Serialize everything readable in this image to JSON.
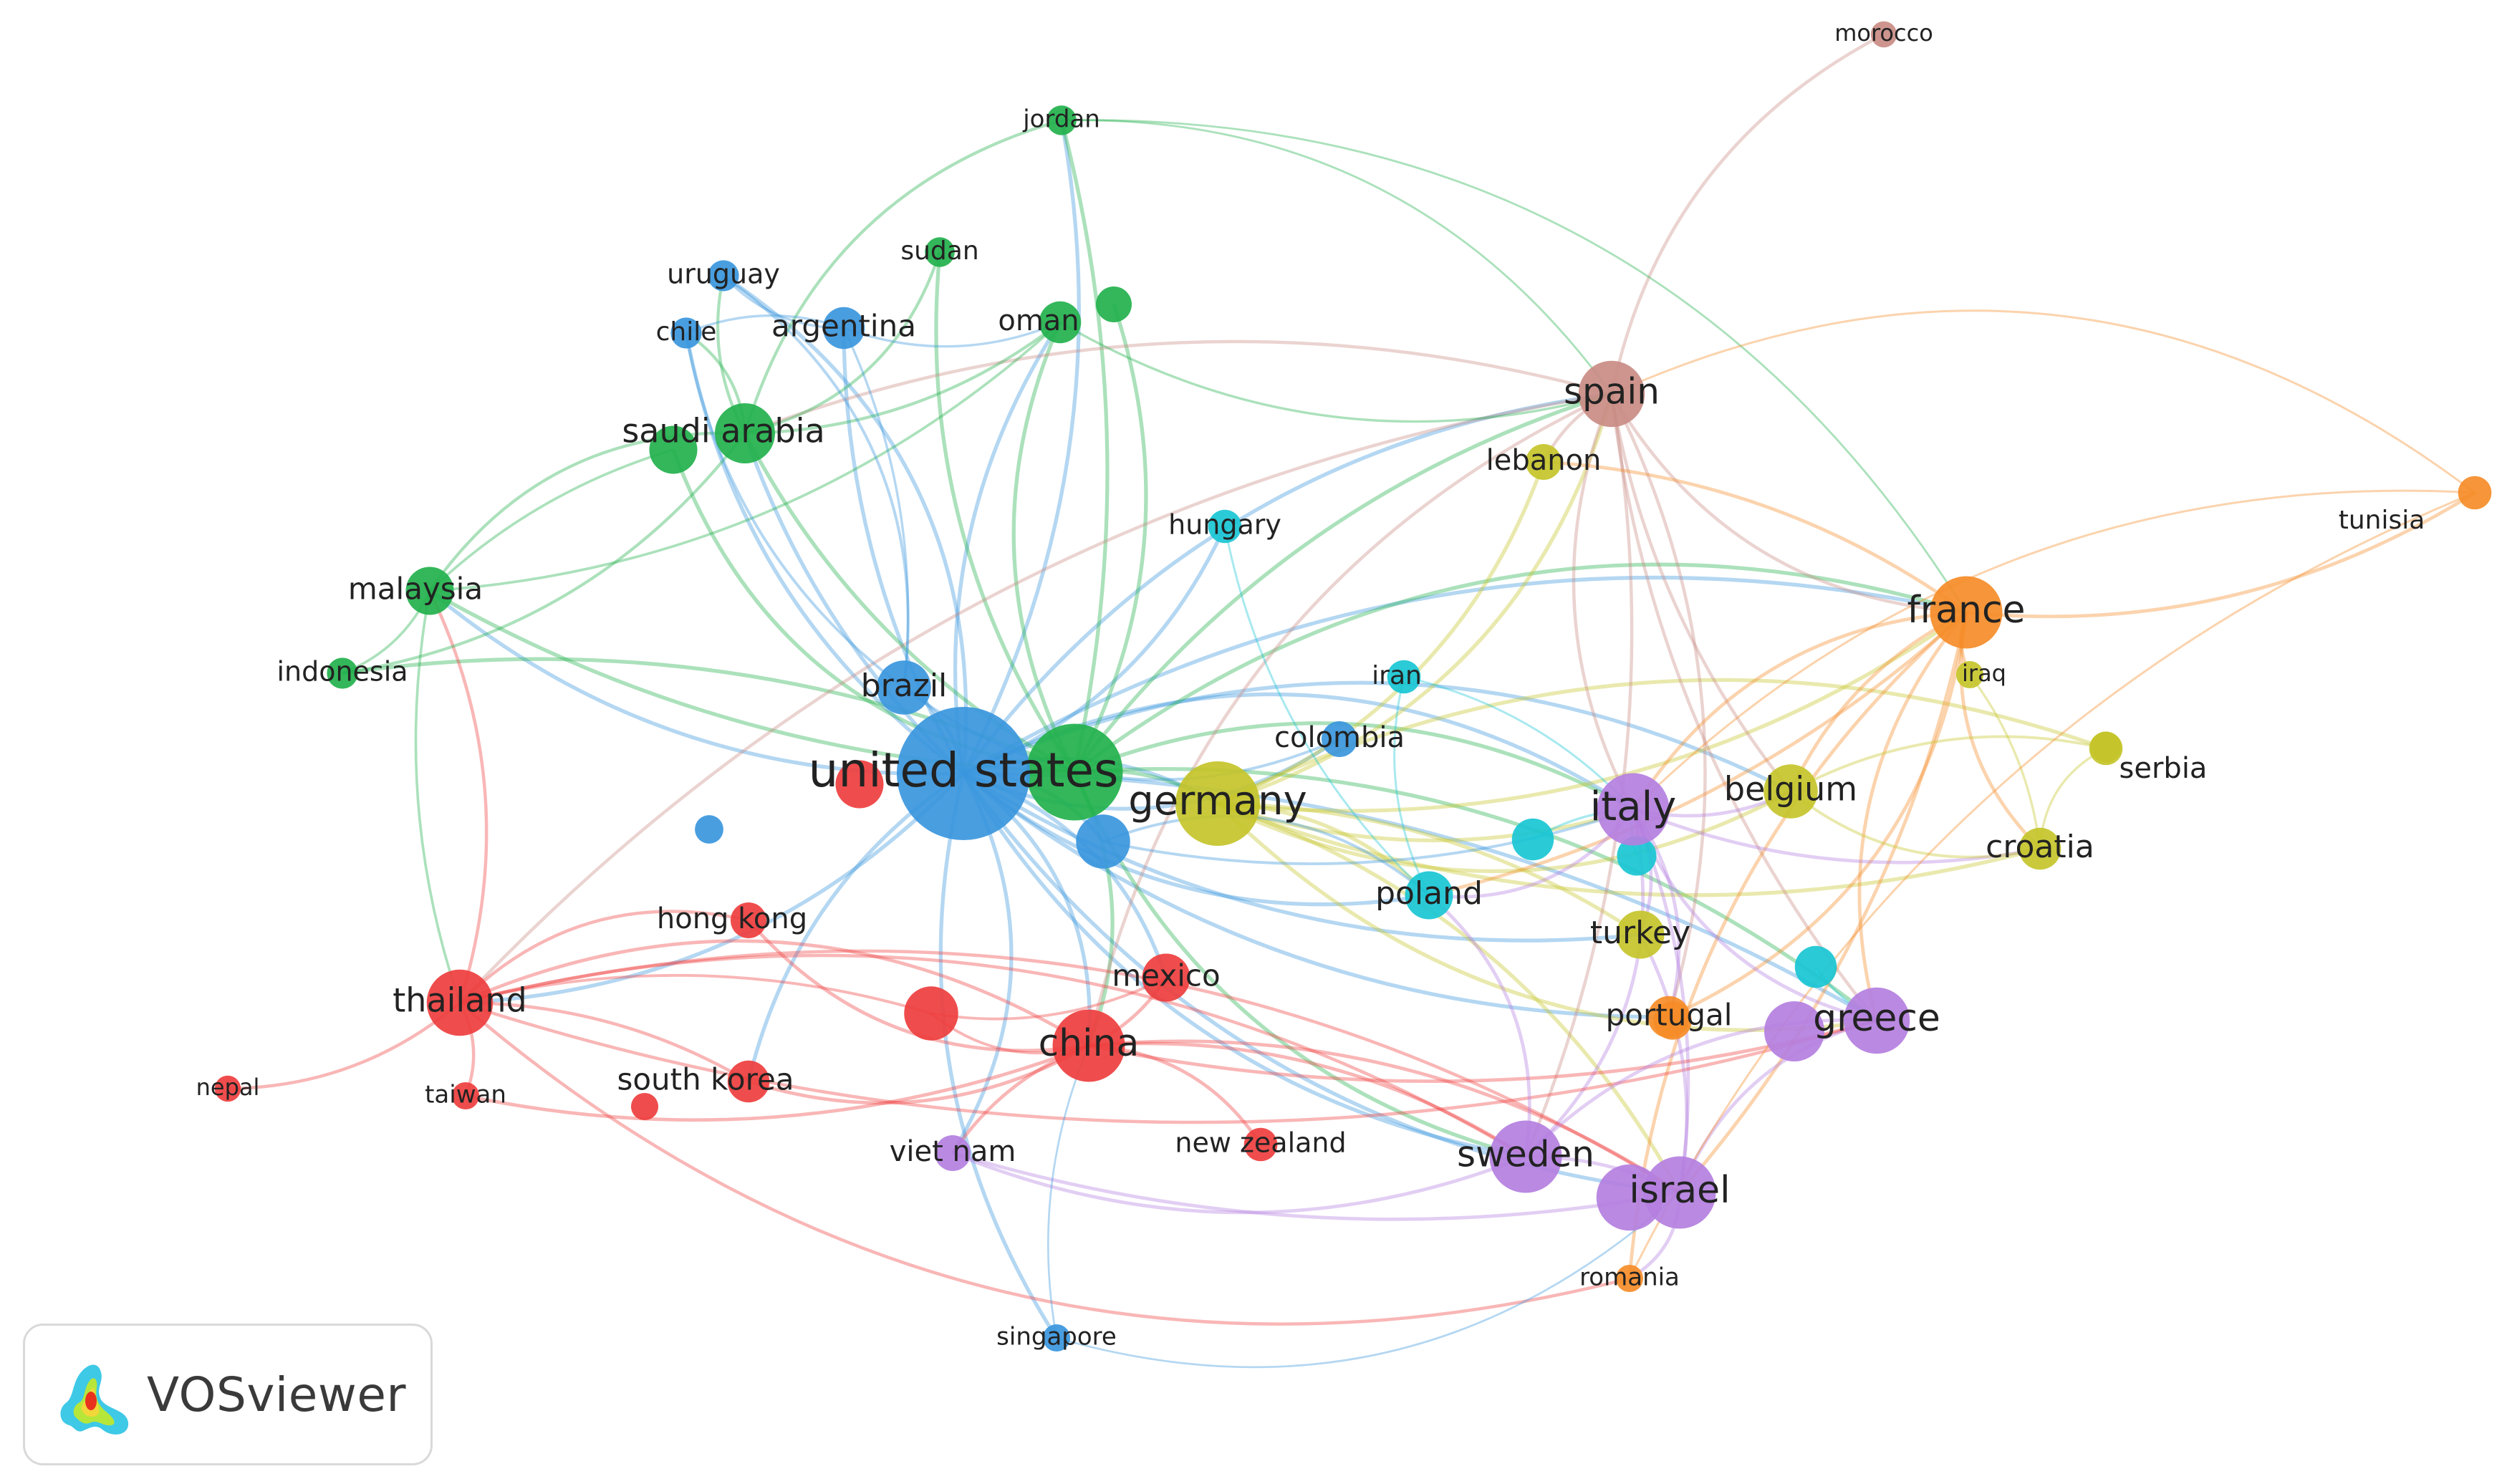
{
  "app": {
    "brand": "VOSviewer",
    "logo_icon": "vosviewer-heatmap-logo-icon"
  },
  "clusters": {
    "red": "#ee3e3e",
    "green": "#22b14c",
    "blue": "#3a96dd",
    "yellow": "#c4c42a",
    "purple": "#b47fe0",
    "cyan": "#19c6d4",
    "orange": "#f58c28",
    "brown": "#c98c84"
  },
  "nodes": [
    {
      "id": "united-states",
      "label": "united states",
      "cluster": "blue",
      "weight": 10
    },
    {
      "id": "us-green",
      "label": "",
      "cluster": "green",
      "weight": 7
    },
    {
      "id": "germany",
      "label": "germany",
      "cluster": "yellow",
      "weight": 6
    },
    {
      "id": "spain",
      "label": "spain",
      "cluster": "brown",
      "weight": 4.5
    },
    {
      "id": "france",
      "label": "france",
      "cluster": "orange",
      "weight": 5
    },
    {
      "id": "italy",
      "label": "italy",
      "cluster": "purple",
      "weight": 5
    },
    {
      "id": "china",
      "label": "china",
      "cluster": "red",
      "weight": 5
    },
    {
      "id": "israel",
      "label": "israel",
      "cluster": "purple",
      "weight": 5
    },
    {
      "id": "israel-b",
      "label": "",
      "cluster": "purple",
      "weight": 4.5
    },
    {
      "id": "sweden",
      "label": "sweden",
      "cluster": "purple",
      "weight": 5
    },
    {
      "id": "greece",
      "label": "greece",
      "cluster": "purple",
      "weight": 4.5
    },
    {
      "id": "greece-b",
      "label": "",
      "cluster": "purple",
      "weight": 4
    },
    {
      "id": "thailand",
      "label": "thailand",
      "cluster": "red",
      "weight": 4.5
    },
    {
      "id": "saudi-arabia",
      "label": "saudi arabia",
      "cluster": "green",
      "weight": 4
    },
    {
      "id": "saudi-b",
      "label": "",
      "cluster": "green",
      "weight": 3
    },
    {
      "id": "brazil",
      "label": "brazil",
      "cluster": "blue",
      "weight": 3.5
    },
    {
      "id": "belgium",
      "label": "belgium",
      "cluster": "yellow",
      "weight": 3.5
    },
    {
      "id": "croatia",
      "label": "croatia",
      "cluster": "yellow",
      "weight": 2.5
    },
    {
      "id": "turkey",
      "label": "turkey",
      "cluster": "yellow",
      "weight": 3
    },
    {
      "id": "poland",
      "label": "poland",
      "cluster": "cyan",
      "weight": 3
    },
    {
      "id": "portugal",
      "label": "portugal",
      "cluster": "orange",
      "weight": 2.5
    },
    {
      "id": "malaysia",
      "label": "malaysia",
      "cluster": "green",
      "weight": 3
    },
    {
      "id": "argentina",
      "label": "argentina",
      "cluster": "blue",
      "weight": 2.5
    },
    {
      "id": "oman",
      "label": "oman",
      "cluster": "green",
      "weight": 2.5
    },
    {
      "id": "oman-b",
      "label": "",
      "cluster": "green",
      "weight": 2
    },
    {
      "id": "mexico",
      "label": "mexico",
      "cluster": "red",
      "weight": 3
    },
    {
      "id": "south-korea",
      "label": "south korea",
      "cluster": "red",
      "weight": 2.5
    },
    {
      "id": "hong-kong",
      "label": "hong kong",
      "cluster": "red",
      "weight": 2
    },
    {
      "id": "colombia",
      "label": "colombia",
      "cluster": "blue",
      "weight": 2
    },
    {
      "id": "lebanon",
      "label": "lebanon",
      "cluster": "yellow",
      "weight": 2
    },
    {
      "id": "hungary",
      "label": "hungary",
      "cluster": "cyan",
      "weight": 1.8
    },
    {
      "id": "iran",
      "label": "iran",
      "cluster": "cyan",
      "weight": 1.8
    },
    {
      "id": "new-zealand",
      "label": "new zealand",
      "cluster": "red",
      "weight": 1.8
    },
    {
      "id": "viet-nam",
      "label": "viet nam",
      "cluster": "purple",
      "weight": 2
    },
    {
      "id": "taiwan",
      "label": "taiwan",
      "cluster": "red",
      "weight": 1.3
    },
    {
      "id": "nepal",
      "label": "nepal",
      "cluster": "red",
      "weight": 1.2
    },
    {
      "id": "indonesia",
      "label": "indonesia",
      "cluster": "green",
      "weight": 1.6
    },
    {
      "id": "uruguay",
      "label": "uruguay",
      "cluster": "blue",
      "weight": 1.6
    },
    {
      "id": "chile",
      "label": "chile",
      "cluster": "blue",
      "weight": 1.6
    },
    {
      "id": "sudan",
      "label": "sudan",
      "cluster": "green",
      "weight": 1.5
    },
    {
      "id": "jordan",
      "label": "jordan",
      "cluster": "green",
      "weight": 1.5
    },
    {
      "id": "morocco",
      "label": "morocco",
      "cluster": "brown",
      "weight": 1.2
    },
    {
      "id": "tunisia",
      "label": "tunisia",
      "cluster": "orange",
      "weight": 1.8
    },
    {
      "id": "iraq",
      "label": "iraq",
      "cluster": "yellow",
      "weight": 1.3
    },
    {
      "id": "serbia",
      "label": "serbia",
      "cluster": "yellow",
      "weight": 1.8
    },
    {
      "id": "romania",
      "label": "romania",
      "cluster": "orange",
      "weight": 1.3
    },
    {
      "id": "singapore",
      "label": "singapore",
      "cluster": "blue",
      "weight": 1.3
    },
    {
      "id": "unlabeled-red-1",
      "label": "",
      "cluster": "red",
      "weight": 3
    },
    {
      "id": "unlabeled-red-2",
      "label": "",
      "cluster": "red",
      "weight": 3.5
    },
    {
      "id": "unlabeled-red-3",
      "label": "",
      "cluster": "red",
      "weight": 1.3
    },
    {
      "id": "unlabeled-blue-1",
      "label": "",
      "cluster": "blue",
      "weight": 3.5
    },
    {
      "id": "unlabeled-blue-2",
      "label": "",
      "cluster": "blue",
      "weight": 1.4
    },
    {
      "id": "unlabeled-cyan-1",
      "label": "",
      "cluster": "cyan",
      "weight": 2.5
    },
    {
      "id": "unlabeled-cyan-2",
      "label": "",
      "cluster": "cyan",
      "weight": 2.5
    },
    {
      "id": "unlabeled-cyan-3",
      "label": "",
      "cluster": "cyan",
      "weight": 2.3
    },
    {
      "id": "unlabeled-orange-1",
      "label": "",
      "cluster": "orange",
      "weight": 2.2
    },
    {
      "id": "unlabeled-yellow-1",
      "label": "",
      "cluster": "yellow",
      "weight": 1.6
    }
  ],
  "links": [
    [
      "united-states",
      "germany"
    ],
    [
      "united-states",
      "china"
    ],
    [
      "united-states",
      "thailand"
    ],
    [
      "united-states",
      "spain"
    ],
    [
      "united-states",
      "france"
    ],
    [
      "united-states",
      "italy"
    ],
    [
      "united-states",
      "israel"
    ],
    [
      "united-states",
      "sweden"
    ],
    [
      "united-states",
      "greece"
    ],
    [
      "united-states",
      "saudi-arabia"
    ],
    [
      "united-states",
      "brazil"
    ],
    [
      "united-states",
      "argentina"
    ],
    [
      "united-states",
      "uruguay"
    ],
    [
      "united-states",
      "chile"
    ],
    [
      "united-states",
      "malaysia"
    ],
    [
      "united-states",
      "oman"
    ],
    [
      "united-states",
      "jordan"
    ],
    [
      "united-states",
      "poland"
    ],
    [
      "united-states",
      "belgium"
    ],
    [
      "united-states",
      "colombia"
    ],
    [
      "united-states",
      "hungary"
    ],
    [
      "united-states",
      "singapore"
    ],
    [
      "united-states",
      "mexico"
    ],
    [
      "united-states",
      "south-korea"
    ],
    [
      "united-states",
      "turkey"
    ],
    [
      "united-states",
      "viet-nam"
    ],
    [
      "united-states",
      "portugal"
    ],
    [
      "us-green",
      "saudi-arabia"
    ],
    [
      "us-green",
      "saudi-b"
    ],
    [
      "us-green",
      "malaysia"
    ],
    [
      "us-green",
      "indonesia"
    ],
    [
      "us-green",
      "oman"
    ],
    [
      "us-green",
      "oman-b"
    ],
    [
      "us-green",
      "sudan"
    ],
    [
      "us-green",
      "jordan"
    ],
    [
      "us-green",
      "germany"
    ],
    [
      "us-green",
      "spain"
    ],
    [
      "us-green",
      "france"
    ],
    [
      "us-green",
      "italy"
    ],
    [
      "us-green",
      "china"
    ],
    [
      "us-green",
      "greece"
    ],
    [
      "us-green",
      "sweden"
    ],
    [
      "germany",
      "spain"
    ],
    [
      "germany",
      "france"
    ],
    [
      "germany",
      "italy"
    ],
    [
      "germany",
      "belgium"
    ],
    [
      "germany",
      "croatia"
    ],
    [
      "germany",
      "turkey"
    ],
    [
      "germany",
      "poland"
    ],
    [
      "germany",
      "lebanon"
    ],
    [
      "germany",
      "serbia"
    ],
    [
      "germany",
      "israel"
    ],
    [
      "germany",
      "greece"
    ],
    [
      "spain",
      "france"
    ],
    [
      "spain",
      "italy"
    ],
    [
      "spain",
      "morocco"
    ],
    [
      "spain",
      "belgium"
    ],
    [
      "spain",
      "portugal"
    ],
    [
      "spain",
      "china"
    ],
    [
      "spain",
      "thailand"
    ],
    [
      "spain",
      "saudi-arabia"
    ],
    [
      "spain",
      "greece"
    ],
    [
      "spain",
      "sweden"
    ],
    [
      "spain",
      "lebanon"
    ],
    [
      "france",
      "tunisia"
    ],
    [
      "france",
      "italy"
    ],
    [
      "france",
      "belgium"
    ],
    [
      "france",
      "iraq"
    ],
    [
      "france",
      "croatia"
    ],
    [
      "france",
      "portugal"
    ],
    [
      "france",
      "greece"
    ],
    [
      "france",
      "lebanon"
    ],
    [
      "france",
      "poland"
    ],
    [
      "france",
      "israel"
    ],
    [
      "france",
      "romania"
    ],
    [
      "italy",
      "greece"
    ],
    [
      "italy",
      "israel"
    ],
    [
      "italy",
      "sweden"
    ],
    [
      "italy",
      "turkey"
    ],
    [
      "italy",
      "belgium"
    ],
    [
      "italy",
      "croatia"
    ],
    [
      "italy",
      "portugal"
    ],
    [
      "italy",
      "poland"
    ],
    [
      "china",
      "thailand"
    ],
    [
      "china",
      "mexico"
    ],
    [
      "china",
      "new-zealand"
    ],
    [
      "china",
      "south-korea"
    ],
    [
      "china",
      "hong-kong"
    ],
    [
      "china",
      "viet-nam"
    ],
    [
      "china",
      "sweden"
    ],
    [
      "china",
      "israel"
    ],
    [
      "china",
      "greece"
    ],
    [
      "china",
      "taiwan"
    ],
    [
      "thailand",
      "nepal"
    ],
    [
      "thailand",
      "taiwan"
    ],
    [
      "thailand",
      "south-korea"
    ],
    [
      "thailand",
      "hong-kong"
    ],
    [
      "thailand",
      "israel"
    ],
    [
      "thailand",
      "sweden"
    ],
    [
      "thailand",
      "malaysia"
    ],
    [
      "thailand",
      "romania"
    ],
    [
      "thailand",
      "greece"
    ],
    [
      "saudi-arabia",
      "malaysia"
    ],
    [
      "saudi-arabia",
      "indonesia"
    ],
    [
      "saudi-arabia",
      "oman"
    ],
    [
      "saudi-arabia",
      "jordan"
    ],
    [
      "saudi-arabia",
      "sudan"
    ],
    [
      "saudi-arabia",
      "chile"
    ],
    [
      "saudi-arabia",
      "uruguay"
    ],
    [
      "saudi-b",
      "malaysia"
    ],
    [
      "malaysia",
      "indonesia"
    ],
    [
      "malaysia",
      "oman"
    ],
    [
      "malaysia",
      "thailand"
    ],
    [
      "argentina",
      "uruguay"
    ],
    [
      "argentina",
      "chile"
    ],
    [
      "argentina",
      "brazil"
    ],
    [
      "argentina",
      "oman"
    ],
    [
      "brazil",
      "colombia"
    ],
    [
      "brazil",
      "chile"
    ],
    [
      "brazil",
      "uruguay"
    ],
    [
      "israel",
      "sweden"
    ],
    [
      "israel",
      "greece"
    ],
    [
      "israel",
      "viet-nam"
    ],
    [
      "israel",
      "romania"
    ],
    [
      "israel",
      "turkey"
    ],
    [
      "sweden",
      "greece"
    ],
    [
      "sweden",
      "viet-nam"
    ],
    [
      "sweden",
      "poland"
    ],
    [
      "croatia",
      "serbia"
    ],
    [
      "croatia",
      "iraq"
    ],
    [
      "belgium",
      "serbia"
    ],
    [
      "belgium",
      "croatia"
    ],
    [
      "singapore",
      "israel"
    ],
    [
      "singapore",
      "china"
    ],
    [
      "jordan",
      "france"
    ],
    [
      "jordan",
      "spain"
    ],
    [
      "oman",
      "spain"
    ],
    [
      "tunisia",
      "spain"
    ],
    [
      "tunisia",
      "italy"
    ],
    [
      "tunisia",
      "romania"
    ],
    [
      "hungary",
      "poland"
    ],
    [
      "iran",
      "italy"
    ],
    [
      "iran",
      "poland"
    ],
    [
      "united-states",
      "unlabeled-blue-1"
    ],
    [
      "unlabeled-blue-1",
      "poland"
    ],
    [
      "unlabeled-blue-1",
      "italy"
    ],
    [
      "unlabeled-red-2",
      "china"
    ],
    [
      "unlabeled-red-2",
      "mexico"
    ],
    [
      "unlabeled-red-2",
      "thailand"
    ],
    [
      "unlabeled-cyan-1",
      "italy"
    ],
    [
      "unlabeled-cyan-2",
      "greece"
    ],
    [
      "unlabeled-cyan-3",
      "italy"
    ]
  ]
}
